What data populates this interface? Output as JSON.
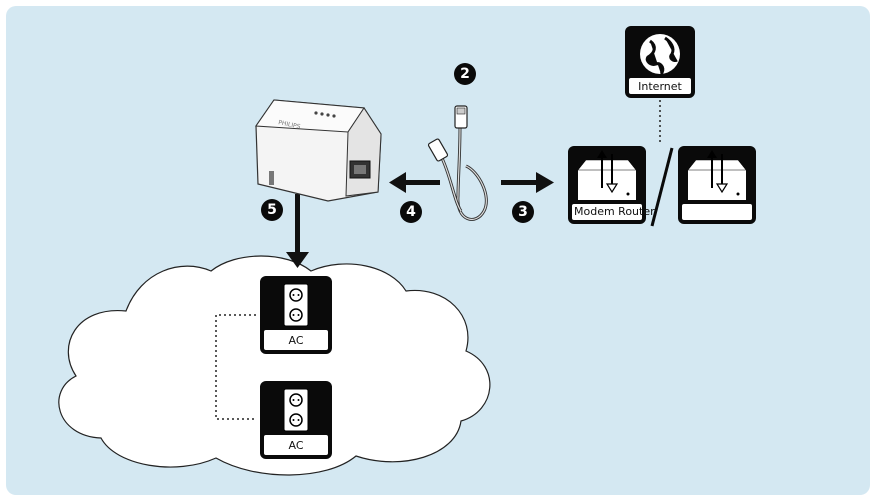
{
  "steps": {
    "s2": "2",
    "s3": "3",
    "s4": "4",
    "s5": "5"
  },
  "labels": {
    "internet": "Internet",
    "modem_router": "Modem Router",
    "outlet_top": "AC",
    "outlet_bottom": "AC",
    "device_brand": "PHILIPS"
  },
  "colors": {
    "panel_bg": "#d4e8f2",
    "cloud_fill": "#ffffff",
    "ink": "#111111"
  },
  "icons": {
    "internet": "globe-icon",
    "router": "router-icon",
    "outlet": "power-outlet-icon",
    "cable": "ethernet-cable-icon",
    "adapter": "powerline-adapter-icon"
  }
}
